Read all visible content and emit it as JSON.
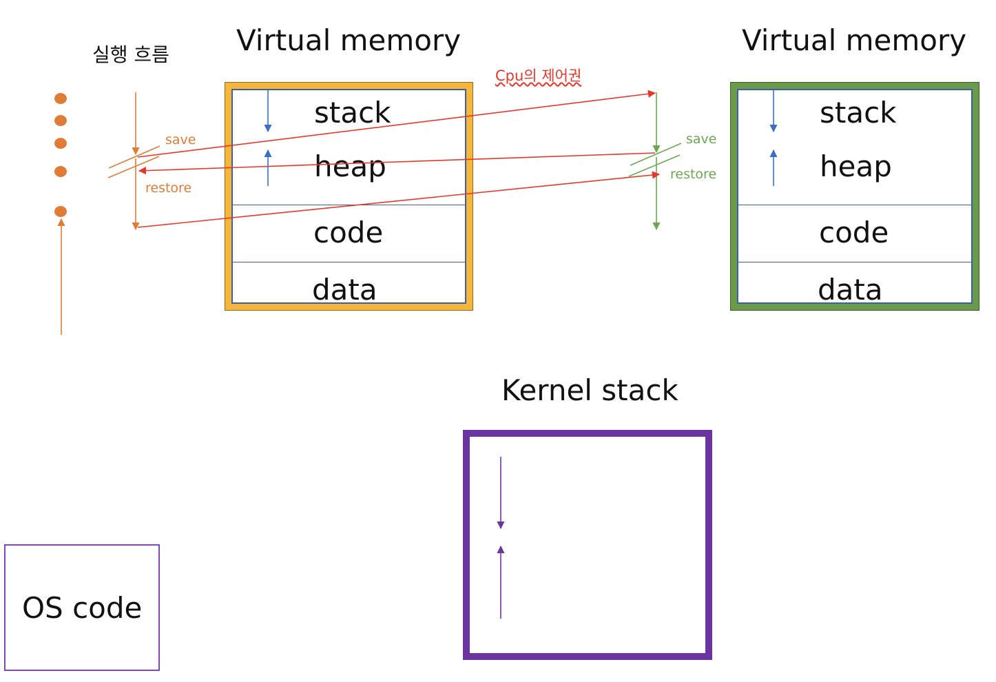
{
  "colors": {
    "process_a": "#f6b63b",
    "process_b": "#6a9a4a",
    "kernel": "#6a35a0",
    "os_box": "#7a4ab0",
    "segment_border": "#3a5fa8",
    "exec_flow": "#e07c36",
    "context_switch": "#e8372a",
    "process_b_flow": "#6aa84f"
  },
  "exec_flow": {
    "label": "실행 흐름",
    "save": "save",
    "restore": "restore"
  },
  "process_a": {
    "title": "Virtual memory",
    "segments": {
      "stack": "stack",
      "heap": "heap",
      "code": "code",
      "data": "data"
    }
  },
  "cpu_control": {
    "label": "Cpu의 제어권"
  },
  "process_b": {
    "title": "Virtual memory",
    "save": "save",
    "restore": "restore",
    "segments": {
      "stack": "stack",
      "heap": "heap",
      "code": "code",
      "data": "data"
    }
  },
  "kernel_stack": {
    "title": "Kernel stack"
  },
  "os_code": {
    "label": "OS code"
  }
}
